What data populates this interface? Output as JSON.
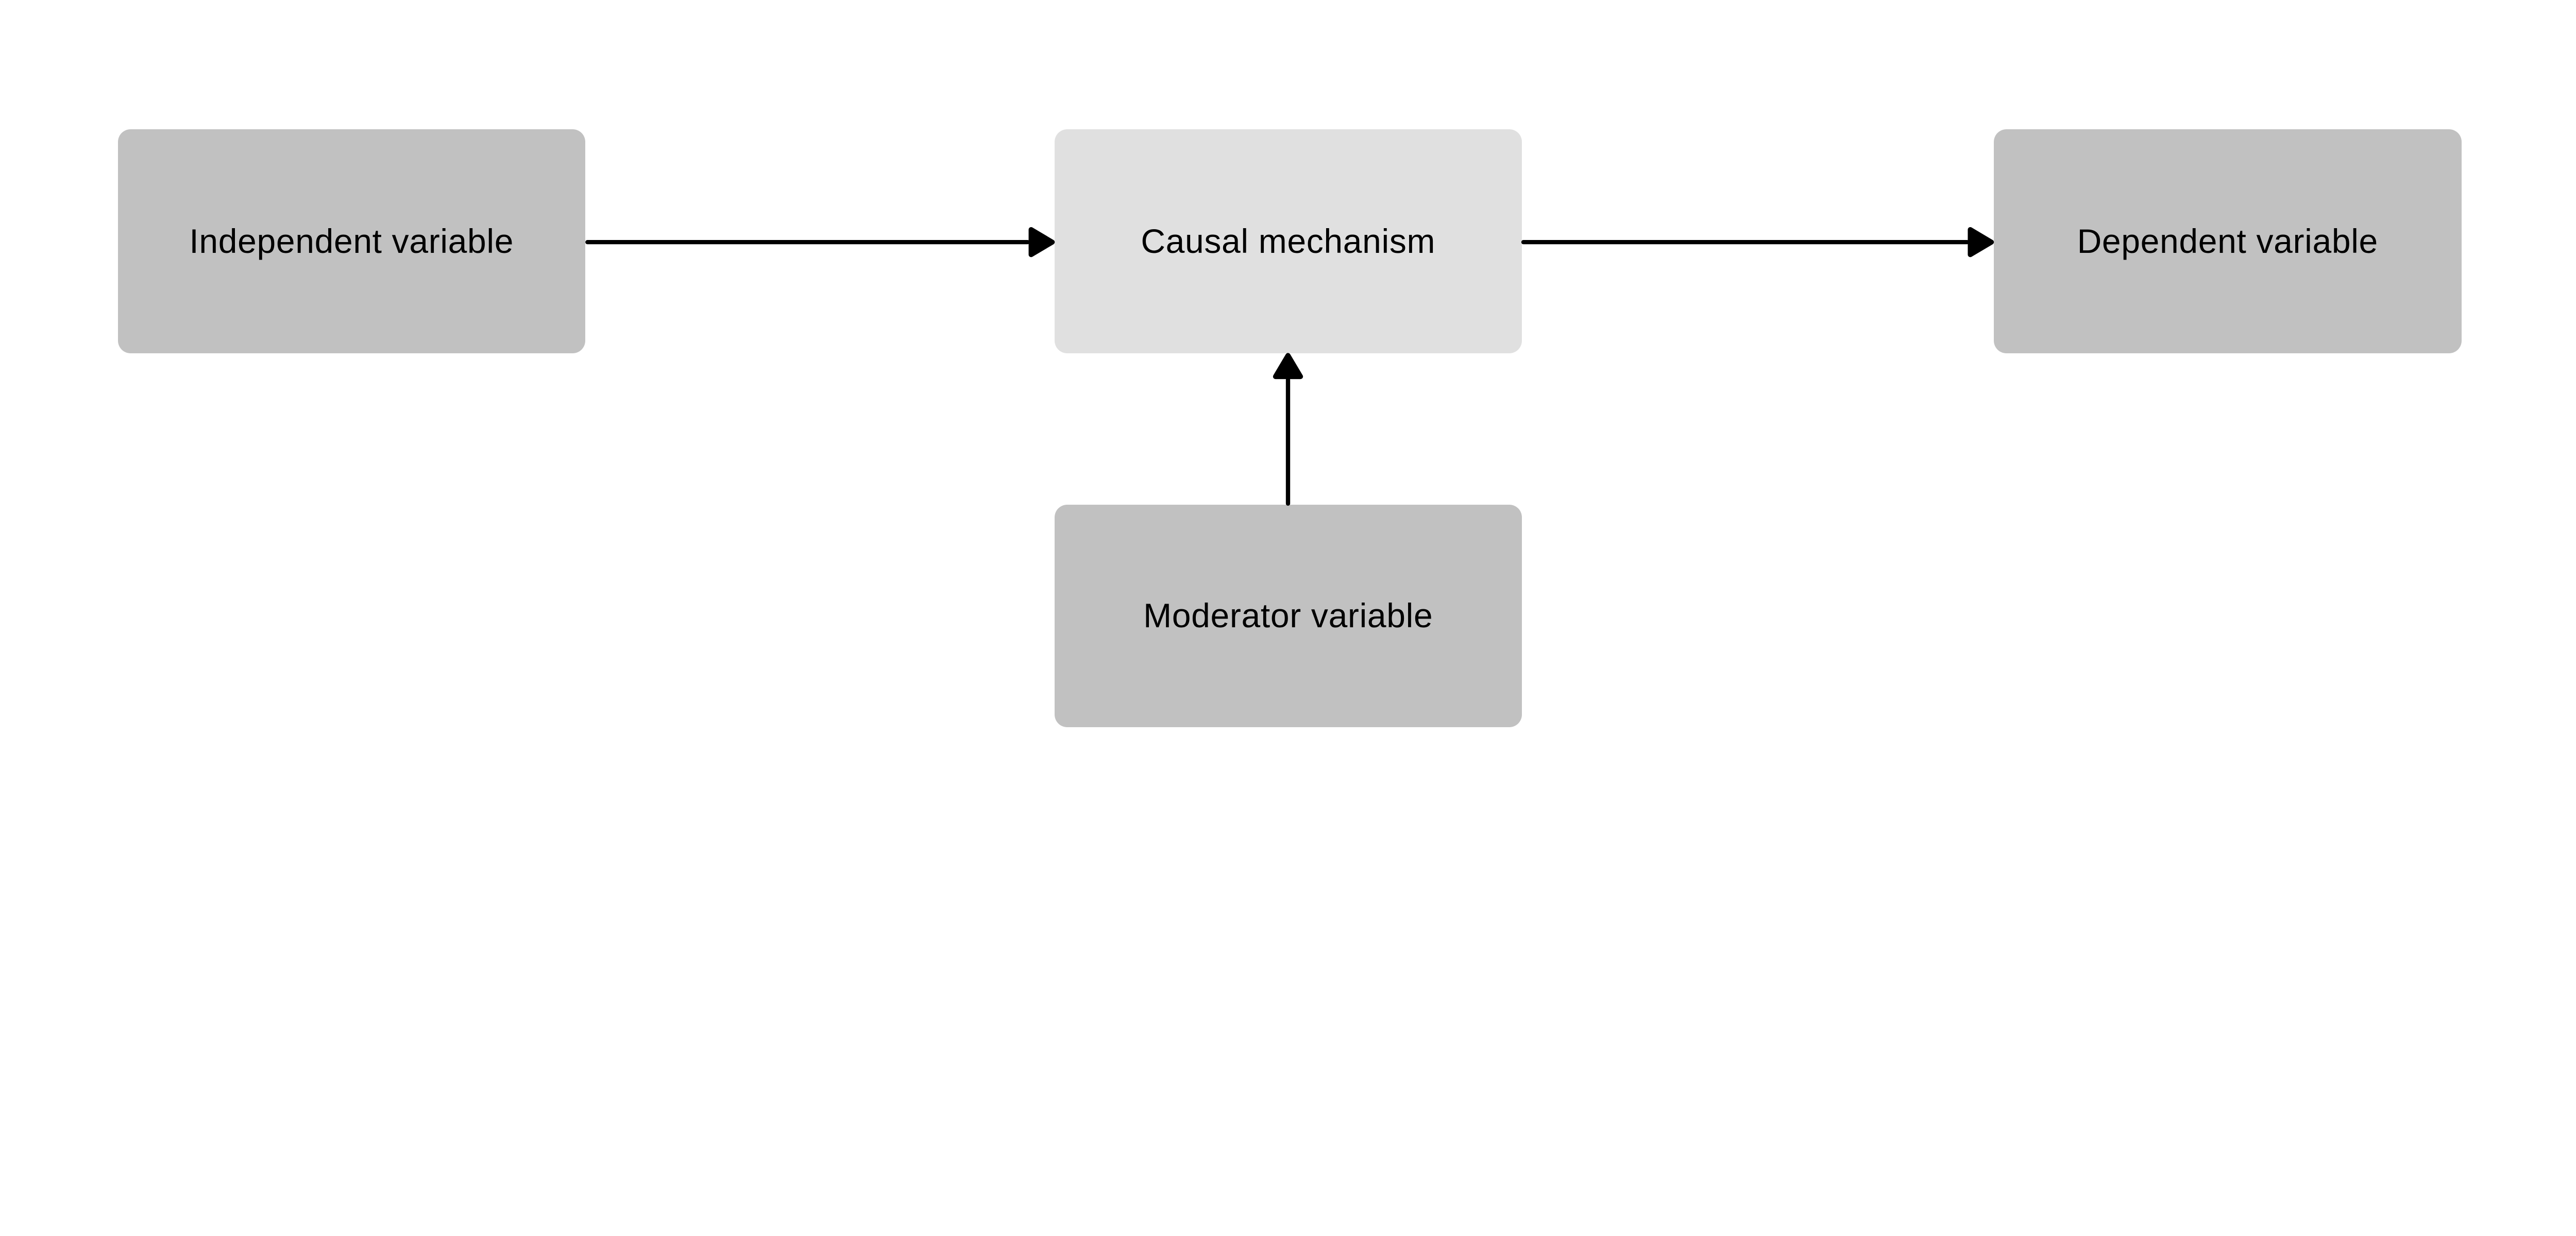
{
  "diagram": {
    "type": "flowchart",
    "background_color": "#ffffff",
    "nodes": [
      {
        "id": "independent",
        "label": "Independent variable",
        "fill": "#c1c1c1",
        "text_color": "#000000"
      },
      {
        "id": "causal",
        "label": "Causal mechanism",
        "fill": "#e0e0e0",
        "text_color": "#000000"
      },
      {
        "id": "dependent",
        "label": "Dependent variable",
        "fill": "#c1c1c1",
        "text_color": "#000000"
      },
      {
        "id": "moderator",
        "label": "Moderator variable",
        "fill": "#c1c1c1",
        "text_color": "#000000"
      }
    ],
    "edges": [
      {
        "from": "independent",
        "to": "causal",
        "direction": "right",
        "color": "#000000"
      },
      {
        "from": "causal",
        "to": "dependent",
        "direction": "right",
        "color": "#000000"
      },
      {
        "from": "moderator",
        "to": "causal",
        "direction": "up",
        "color": "#000000"
      }
    ]
  }
}
